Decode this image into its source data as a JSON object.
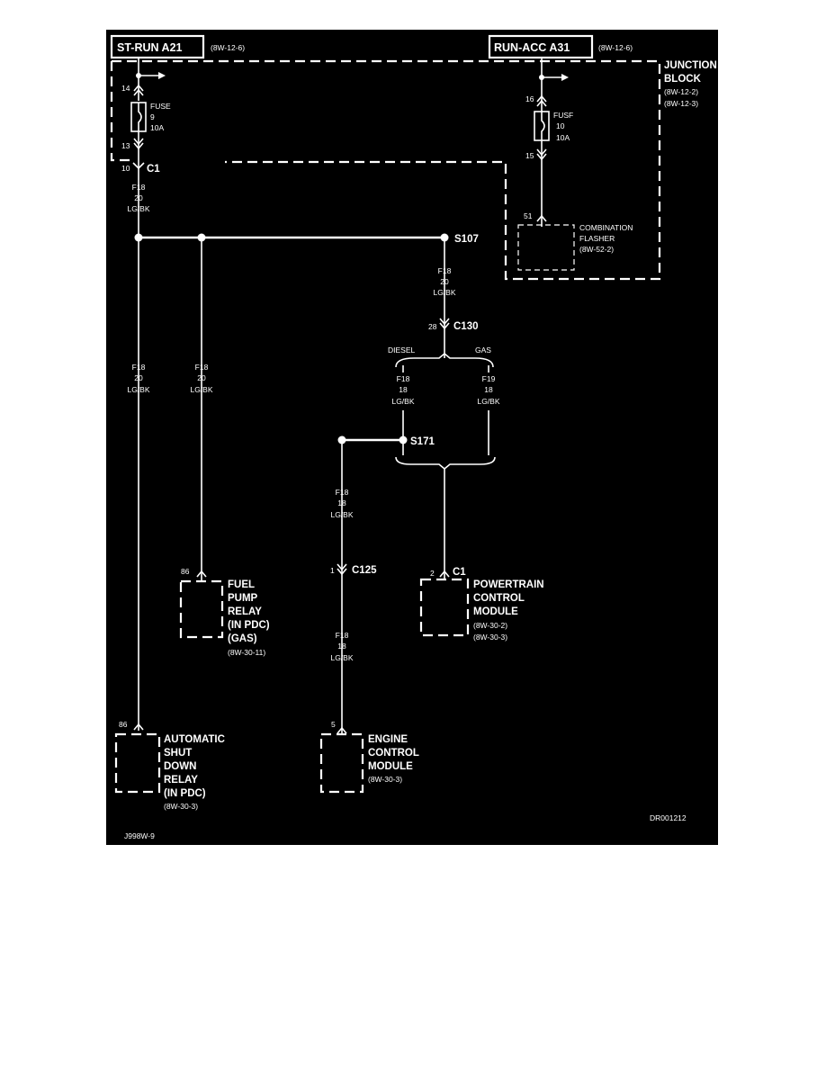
{
  "diagram": {
    "background": "#000000",
    "foreground": "#ffffff",
    "sources": {
      "st_run": {
        "label": "ST-RUN A21",
        "ref": "(8W-12-6)"
      },
      "run_acc": {
        "label": "RUN-ACC A31",
        "ref": "(8W-12-6)"
      }
    },
    "junction_block": {
      "line1": "JUNCTION",
      "line2": "BLOCK",
      "ref1": "(8W-12-2)",
      "ref2": "(8W-12-3)"
    },
    "fuse9": {
      "pin_top": "14",
      "label": "FUSE",
      "number": "9",
      "rating": "10A",
      "pin_bottom": "13"
    },
    "fuse10": {
      "pin_top": "16",
      "label": "FUSF",
      "number": "10",
      "rating": "10A",
      "pin_bottom": "15"
    },
    "c1_top": {
      "pin": "10",
      "label": "C1"
    },
    "combination_flasher": {
      "pin": "51",
      "line1": "COMBINATION",
      "line2": "FLASHER",
      "ref": "(8W-52-2)"
    },
    "wires": {
      "w1": {
        "circuit": "F18",
        "gauge": "20",
        "color": "LG/BK"
      },
      "w2": {
        "circuit": "F18",
        "gauge": "20",
        "color": "LG/BK"
      },
      "w3": {
        "circuit": "F18",
        "gauge": "20",
        "color": "LG/BK"
      },
      "w4": {
        "circuit": "F18",
        "gauge": "20",
        "color": "LG/BK"
      },
      "w5": {
        "circuit": "F18",
        "gauge": "18",
        "color": "LG/BK"
      },
      "w6": {
        "circuit": "F19",
        "gauge": "18",
        "color": "LG/BK"
      },
      "w7": {
        "circuit": "F18",
        "gauge": "18",
        "color": "LG/BK"
      },
      "w8": {
        "circuit": "F18",
        "gauge": "18",
        "color": "LG/BK"
      }
    },
    "s107": "S107",
    "s171": "S171",
    "c130": {
      "pin": "28",
      "label": "C130"
    },
    "c125": {
      "pin": "1",
      "label": "C125"
    },
    "c1_pcm": {
      "pin": "2",
      "label": "C1"
    },
    "variants": {
      "diesel": "DIESEL",
      "gas": "GAS"
    },
    "fuel_pump_relay": {
      "pin": "86",
      "lines": [
        "FUEL",
        "PUMP",
        "RELAY",
        "(IN PDC)",
        "(GAS)"
      ],
      "ref": "(8W-30-11)"
    },
    "asd_relay": {
      "pin": "86",
      "lines": [
        "AUTOMATIC",
        "SHUT",
        "DOWN",
        "RELAY",
        "(IN PDC)"
      ],
      "ref": "(8W-30-3)"
    },
    "ecm": {
      "pin": "5",
      "lines": [
        "ENGINE",
        "CONTROL",
        "MODULE"
      ],
      "ref": "(8W-30-3)"
    },
    "pcm": {
      "lines": [
        "POWERTRAIN",
        "CONTROL",
        "MODULE"
      ],
      "ref1": "(8W-30-2)",
      "ref2": "(8W-30-3)"
    },
    "figure_code": "DR001212",
    "page_code": "J998W-9"
  }
}
